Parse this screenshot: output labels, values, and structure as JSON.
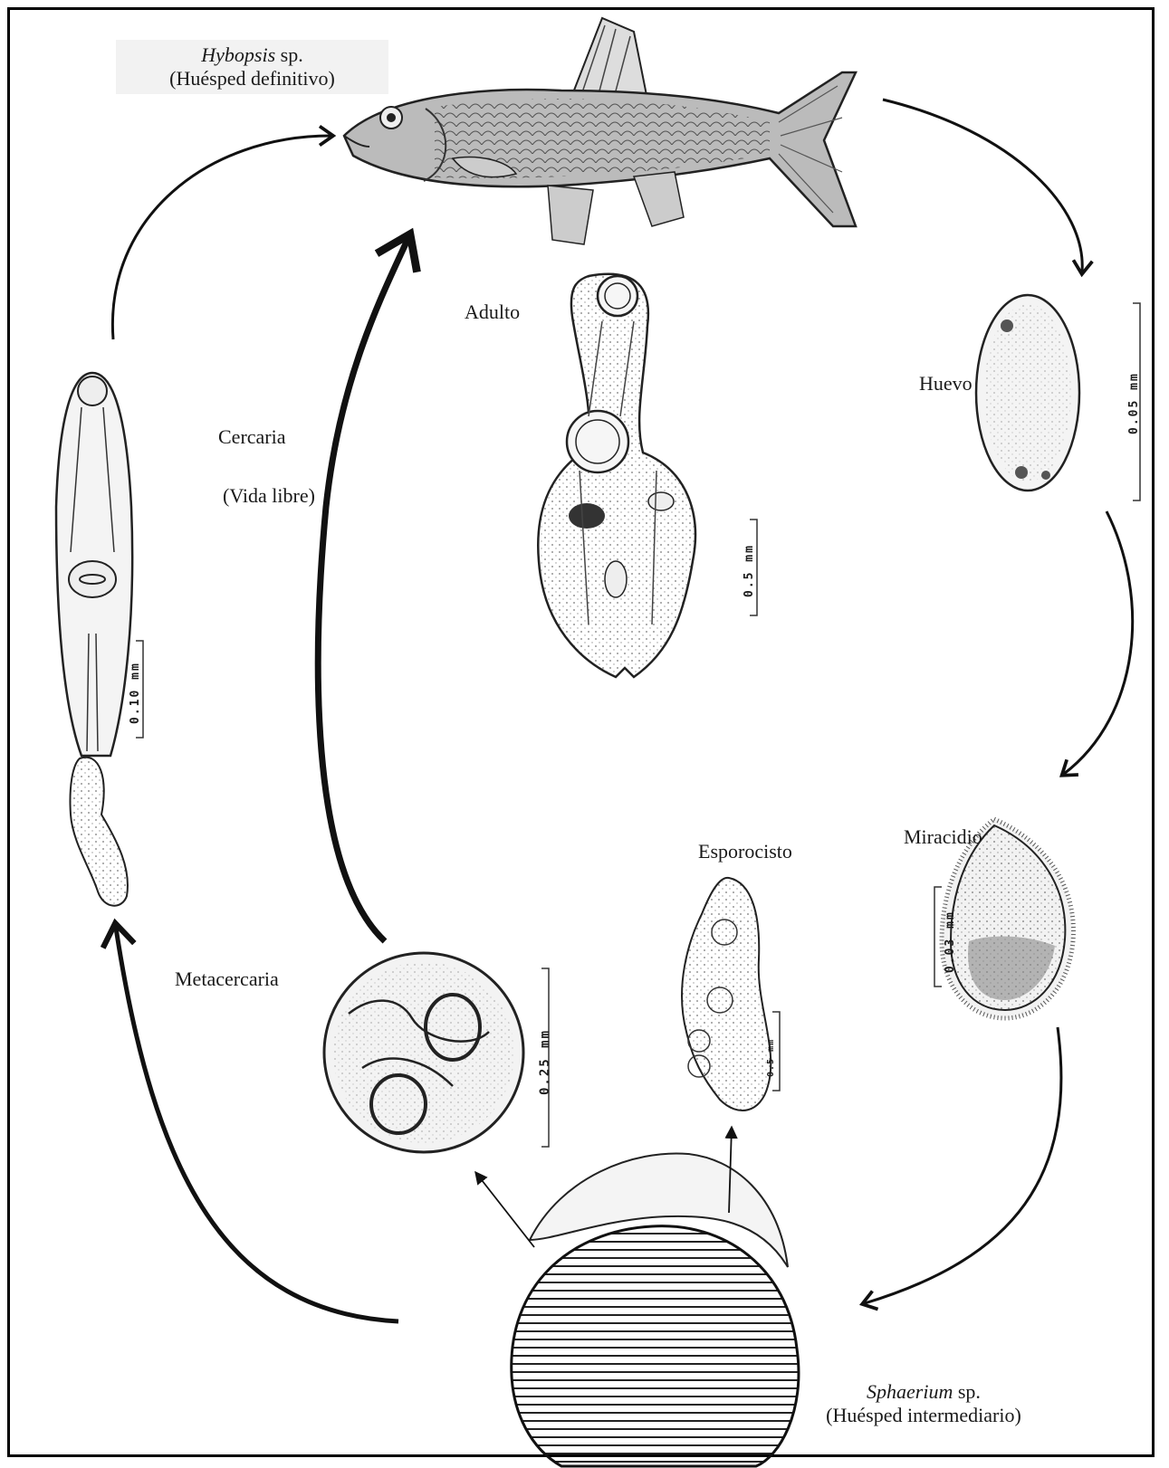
{
  "definitive_host": {
    "genus": "Hybopsis",
    "suffix": " sp.",
    "role": "(Huésped definitivo)"
  },
  "intermediate_host": {
    "genus": "Sphaerium",
    "suffix": " sp.",
    "role": "(Huésped intermediario)"
  },
  "stages": {
    "adulto": "Adulto",
    "huevo": "Huevo",
    "miracidio": "Miracidio",
    "esporocisto": "Esporocisto",
    "metacercaria": "Metacercaria",
    "cercaria": "Cercaria",
    "vida_libre": "(Vida libre)"
  },
  "scale_bars": {
    "adulto": "0.5 mm",
    "huevo": "0.05 mm",
    "miracidio": "0.03 mm",
    "esporocisto": "0.5 mm",
    "metacercaria": "0.25 mm",
    "cercaria": "0.10 mm"
  },
  "colors": {
    "line": "#111111",
    "frame": "#000000"
  }
}
